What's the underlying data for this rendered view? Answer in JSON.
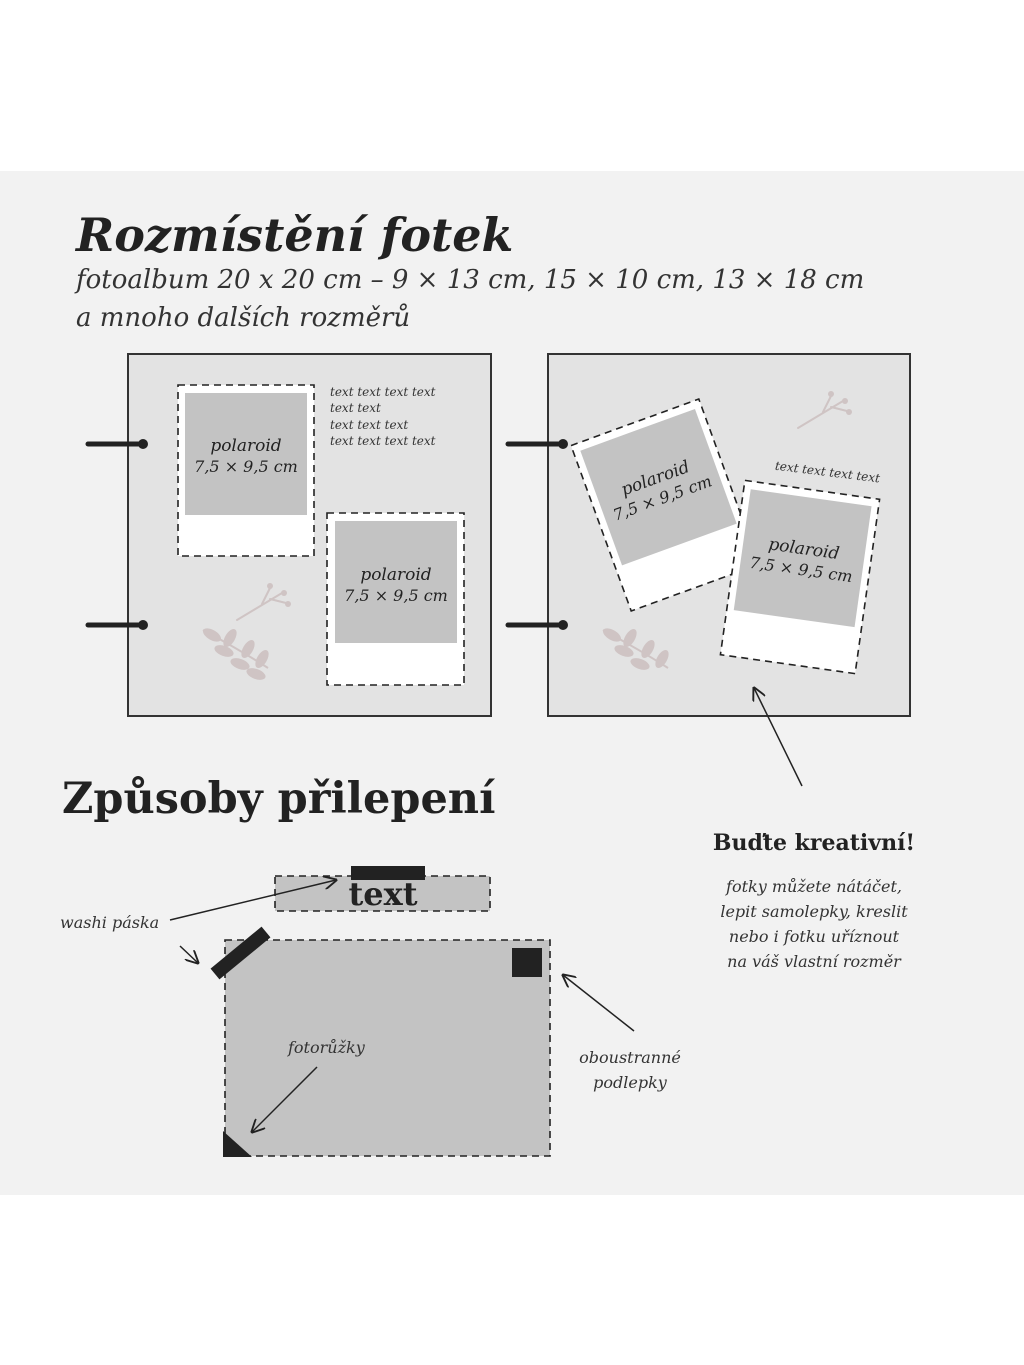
{
  "header": {
    "title": "Rozmístění fotek",
    "subtitle_line1": "fotoalbum 20 x 20 cm – 9 × 13 cm, 15 × 10 cm, 13 × 18 cm",
    "subtitle_line2": "a mnoho dalších rozměrů"
  },
  "album": {
    "polaroid_label": "polaroid",
    "polaroid_size": "7,5 × 9,5 cm",
    "left_page_text": [
      "text text text text",
      "text text",
      "text text  text",
      "text text  text text"
    ],
    "right_page_text": "text text text text"
  },
  "section2": {
    "title": "Způsoby přilepení",
    "text_strip": "text",
    "washi": "washi páska",
    "photo_corners": "fotorůžky",
    "double_sided_1": "oboustranné",
    "double_sided_2": "podlepky"
  },
  "creative": {
    "title": "Buďte kreativní!",
    "lines": [
      "fotky můžete nátáčet,",
      "lepit samolepky, kreslit",
      "nebo i fotku uříznout",
      "na váš vlastní rozměr"
    ]
  },
  "colors": {
    "panel": "#f2f2f2",
    "page": "#e3e3e3",
    "photo": "#c3c3c3",
    "ink": "#222222",
    "leaf": "#cfc4c4"
  }
}
